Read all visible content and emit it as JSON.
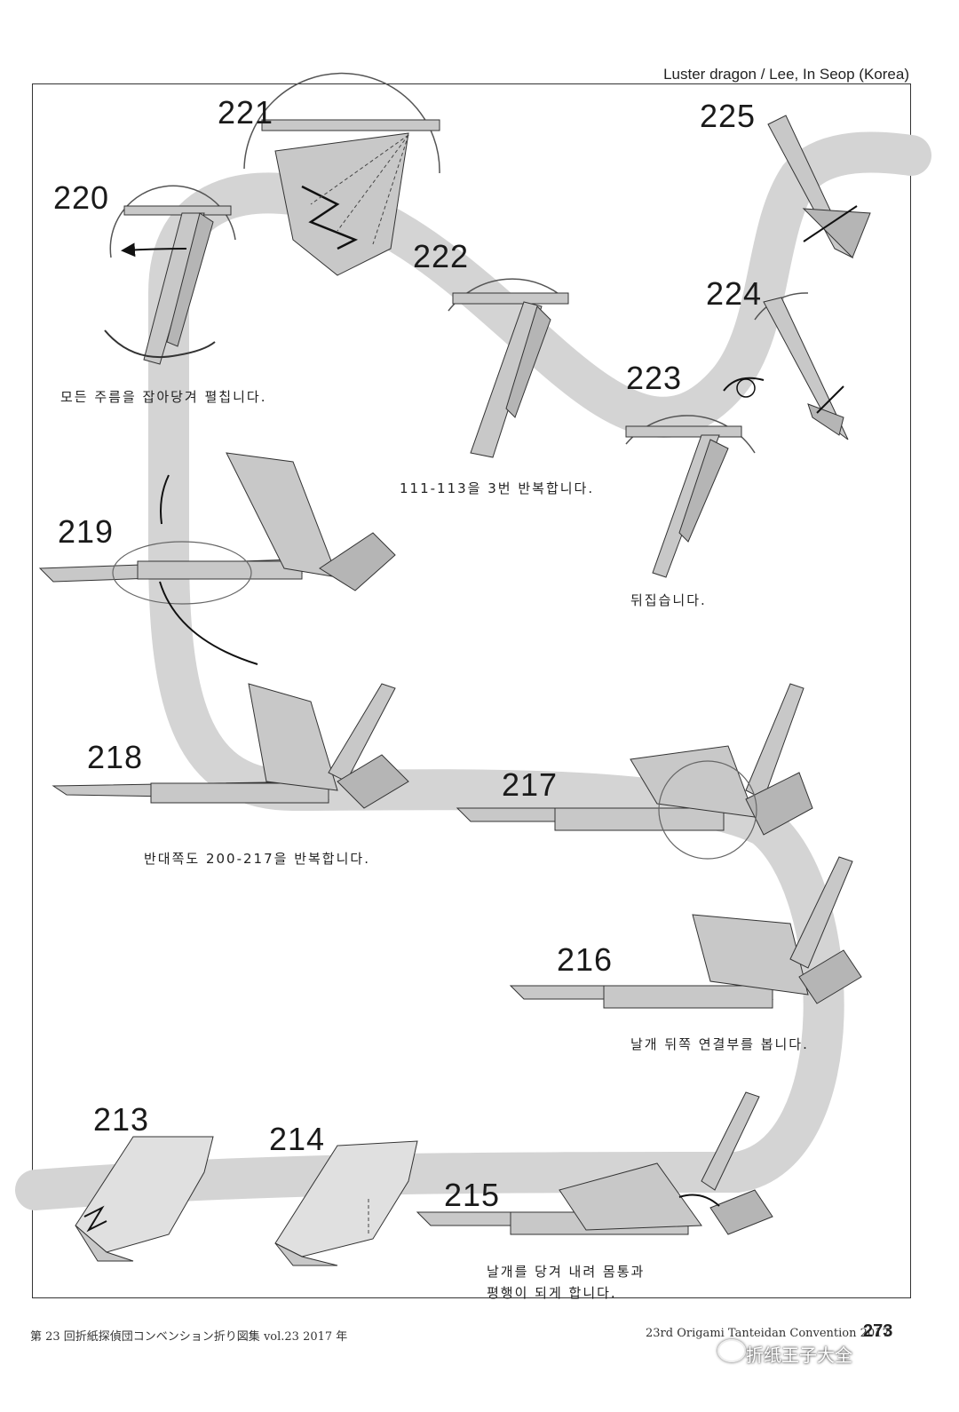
{
  "header": {
    "title": "Luster dragon / Lee, In Seop (Korea)"
  },
  "steps": [
    {
      "number": "213"
    },
    {
      "number": "214"
    },
    {
      "number": "215"
    },
    {
      "number": "216"
    },
    {
      "number": "217"
    },
    {
      "number": "218"
    },
    {
      "number": "219"
    },
    {
      "number": "220"
    },
    {
      "number": "221"
    },
    {
      "number": "222"
    },
    {
      "number": "223"
    },
    {
      "number": "224"
    },
    {
      "number": "225"
    }
  ],
  "captions": {
    "c220": "모든 주름을 잡아당겨 펼칩니다.",
    "c222": "111-113을 3번 반복합니다.",
    "c223": "뒤집습니다.",
    "c218": "반대쪽도 200-217을 반복합니다.",
    "c216": "날개 뒤쪽 연결부를 봅니다.",
    "c215_line1": "날개를 당겨 내려 몸통과",
    "c215_line2": "평행이 되게 합니다."
  },
  "footer": {
    "left": "第 23 回折紙探偵団コンベンション折り図集 vol.23 2017 年",
    "right": "23rd Origami Tanteidan Convention 2017",
    "page": "273",
    "watermark": "折纸王子大全"
  },
  "colors": {
    "path_band": "#d2d2d2",
    "paper_fill": "#c8c8c8",
    "line": "#333333"
  }
}
